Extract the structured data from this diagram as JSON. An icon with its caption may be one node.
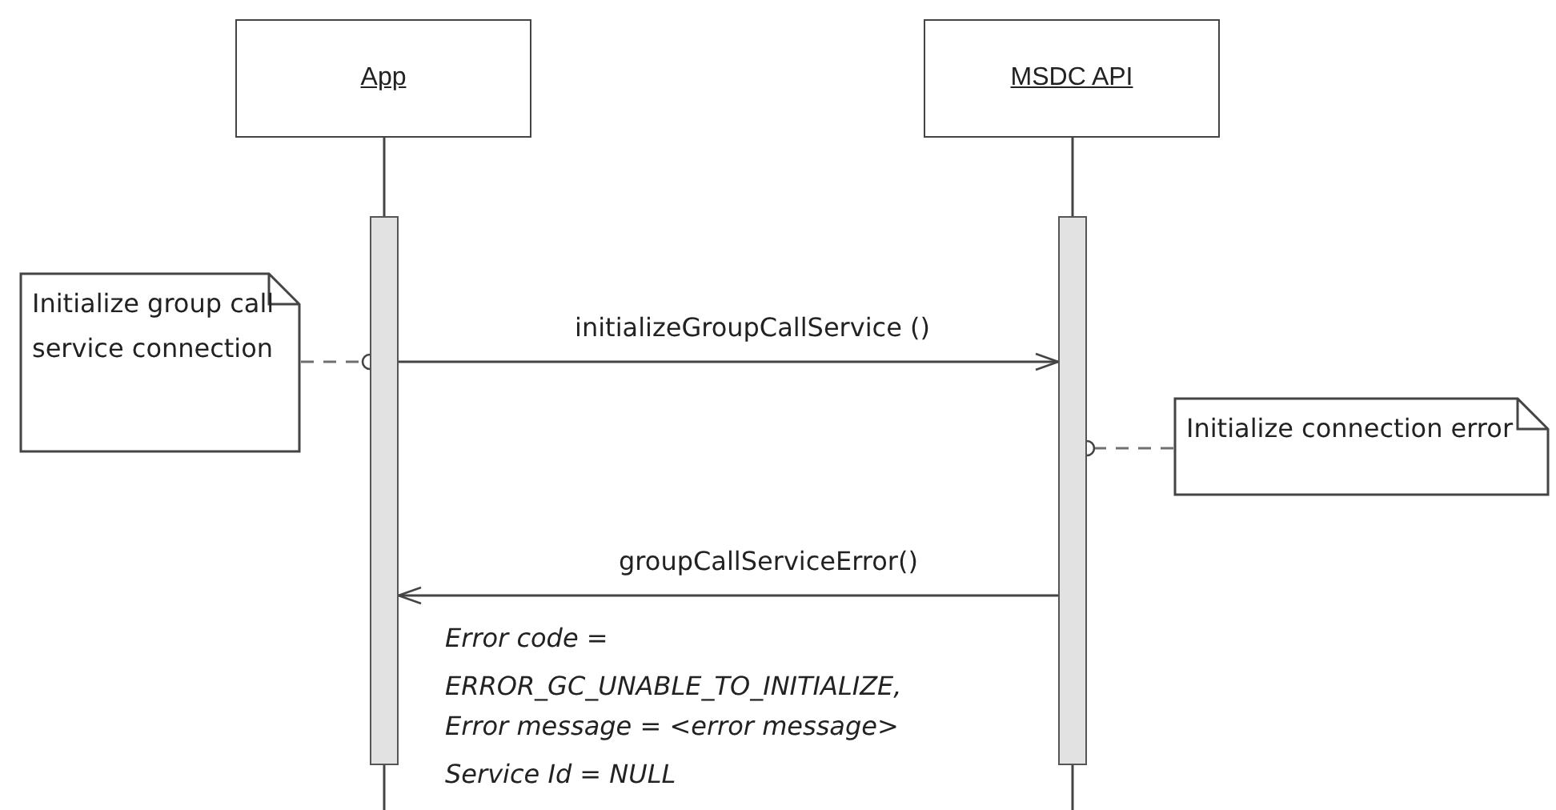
{
  "diagram": {
    "nodes": [
      {
        "text": [
          "App"
        ]
      },
      {
        "text": [
          "MSDC API"
        ]
      },
      {
        "text": [],
        "shape": "bar"
      },
      {
        "text": [],
        "shape": "bar"
      },
      {
        "text": [
          "Initialize group call service connection"
        ]
      },
      {
        "text": [
          "Initialize connection error"
        ]
      }
    ],
    "edges": [
      {
        "from": 0,
        "to": 2,
        "arrow": "none"
      },
      {
        "from": 1,
        "to": 3,
        "arrow": "none"
      },
      {
        "from": 2,
        "to": 3,
        "arrow": "to",
        "label": "initializeGroupCallService ()"
      },
      {
        "from": 3,
        "to": 2,
        "arrow": "to",
        "label": "groupCallServiceError()"
      },
      {
        "from": 4,
        "to": 2,
        "arrow": "other",
        "style": "dashed",
        "color": "#707070"
      },
      {
        "from": 5,
        "to": 3,
        "arrow": "other",
        "style": "dashed",
        "color": "#707070"
      }
    ],
    "labels": [
      "Error code = ERROR_GC_UNABLE_TO_INITIALIZE,",
      "Error message = <error message>",
      "Service Id = NULL"
    ]
  }
}
